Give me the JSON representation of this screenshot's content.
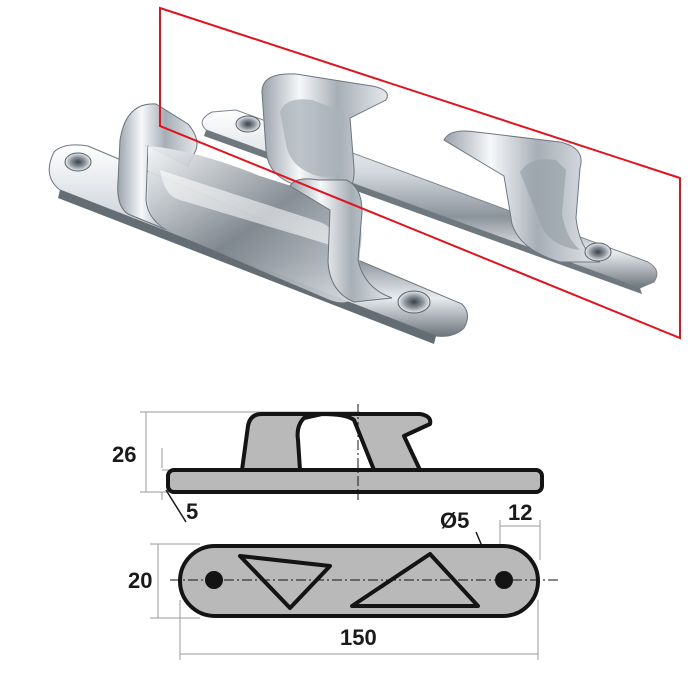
{
  "figure": {
    "highlight_color": "#e0141e",
    "metal_light": "#f4f6f8",
    "metal_mid": "#c9cfd6",
    "metal_dark": "#5b636c",
    "drawing_fill": "#b9b9b9",
    "drawing_stroke": "#141414"
  },
  "dimensions": {
    "height": "26",
    "base_thickness": "5",
    "hole_diameter": "Ø5",
    "hole_offset": "12",
    "width": "20",
    "length": "150"
  }
}
